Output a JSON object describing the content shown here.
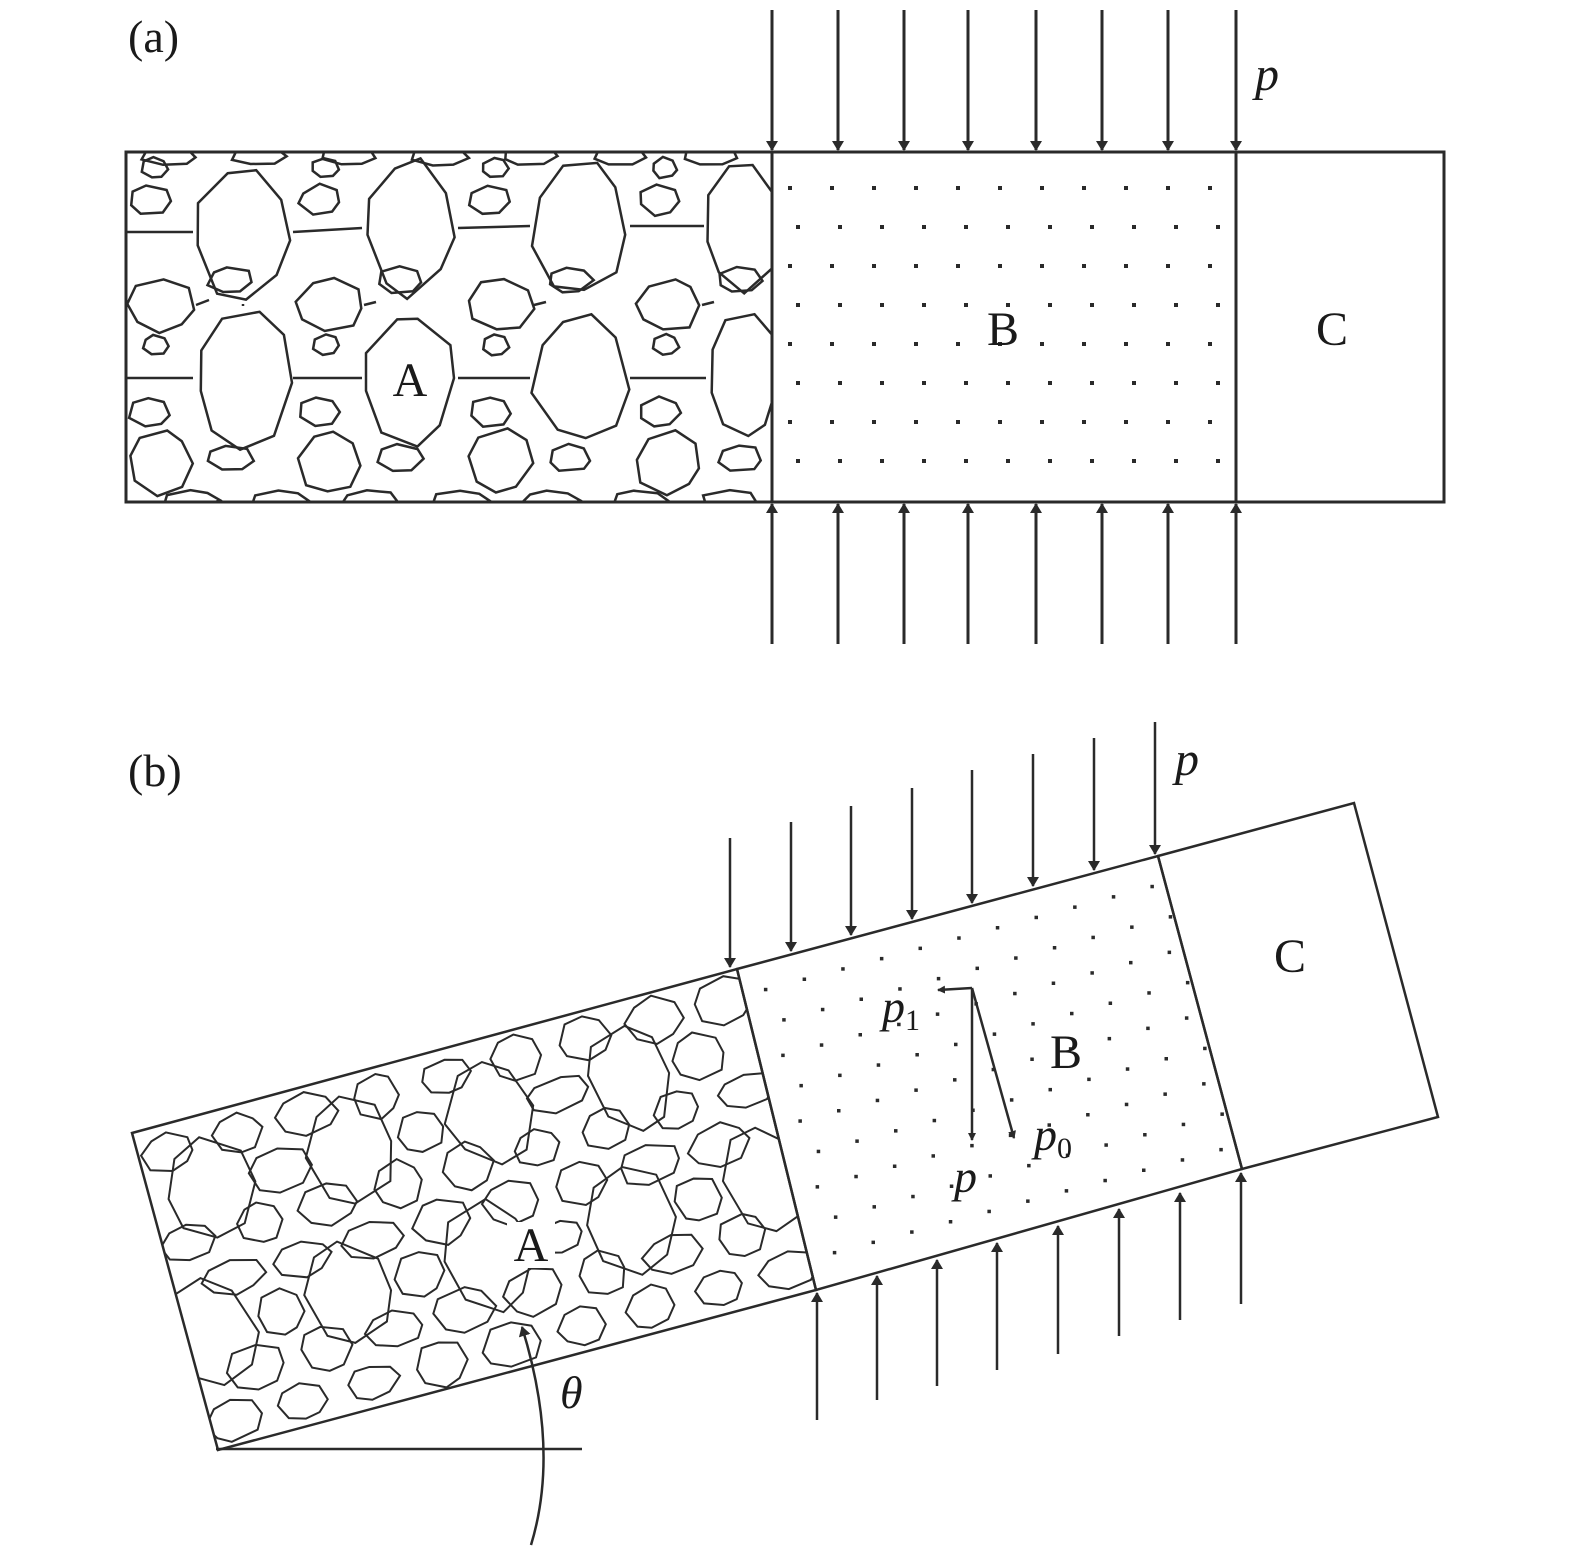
{
  "panel_a": {
    "panel_label": "(a)",
    "region_a_label": "A",
    "region_b_label": "B",
    "region_c_label": "C",
    "pressure_label": "p"
  },
  "panel_b": {
    "panel_label": "(b)",
    "region_a_label": "A",
    "region_b_label": "B",
    "region_c_label": "C",
    "pressure_label": "p",
    "force_p1_base": "p",
    "force_p1_sub": "1",
    "force_p0_base": "p",
    "force_p0_sub": "0",
    "force_p_label": "p",
    "angle_label": "θ"
  },
  "colors": {
    "stroke": "#2a2a2a",
    "background": "#ffffff"
  }
}
